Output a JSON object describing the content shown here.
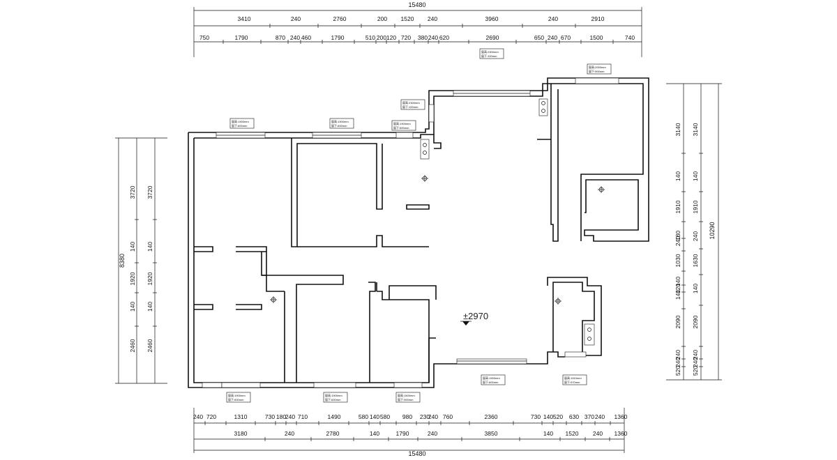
{
  "drawing": {
    "overall_width_top": "15480",
    "overall_width_bottom": "15480",
    "overall_height_left": "8380",
    "overall_height_right": "10290",
    "elevation_mark": "±2970"
  },
  "dims": {
    "top_outer": [
      "3410",
      "240",
      "2760",
      "200",
      "1520",
      "240",
      "3960",
      "240",
      "2910"
    ],
    "top_inner": [
      "750",
      "1790",
      "870",
      "240",
      "460",
      "1790",
      "510",
      "200",
      "120",
      "720",
      "380",
      "240",
      "620",
      "2690",
      "650",
      "240",
      "670",
      "1500",
      "740"
    ],
    "bottom_inner": [
      "240",
      "720",
      "1310",
      "730",
      "180",
      "240",
      "710",
      "1490",
      "580",
      "140",
      "580",
      "980",
      "230",
      "240",
      "760",
      "2360",
      "730",
      "140",
      "520",
      "630",
      "370",
      "240",
      "1360"
    ],
    "bottom_outer": [
      "3180",
      "240",
      "2780",
      "140",
      "1790",
      "240",
      "3850",
      "140",
      "1520",
      "240",
      "1360"
    ],
    "left_outer": [
      "3720",
      "140",
      "1920",
      "140",
      "2460"
    ],
    "left_inner": [
      "3720",
      "140",
      "1920",
      "140",
      "2460"
    ],
    "right_inner": [
      "3140",
      "140",
      "1910",
      "180",
      "240",
      "1030",
      "140",
      "120",
      "140",
      "2090",
      "520",
      "240",
      "240"
    ],
    "right_outer": [
      "3140",
      "140",
      "1910",
      "240",
      "1630",
      "140",
      "2090",
      "520",
      "240",
      "240"
    ]
  },
  "window_tags": [
    {
      "line1": "窗高:2300mm",
      "line2": "窗下:100mm"
    },
    {
      "line1": "窗高:1900mm",
      "line2": "窗下:600mm"
    },
    {
      "line1": "窗高:2300mm",
      "line2": "窗下:100mm"
    },
    {
      "line1": "窗高:1900mm",
      "line2": "窗下:600mm"
    },
    {
      "line1": "窗高:1900mm",
      "line2": "窗下:600mm"
    },
    {
      "line1": "窗高:2000mm",
      "line2": "窗下:900mm"
    },
    {
      "line1": "窗高:1900mm",
      "line2": "窗下:600mm"
    },
    {
      "line1": "窗高:1900mm",
      "line2": "窗下:600mm"
    },
    {
      "line1": "窗高:1500mm",
      "line2": "窗下:900mm"
    },
    {
      "line1": "窗高:1900mm",
      "line2": "窗下:600mm"
    },
    {
      "line1": "窗高:1510mm",
      "line2": "窗下:970mm"
    }
  ]
}
